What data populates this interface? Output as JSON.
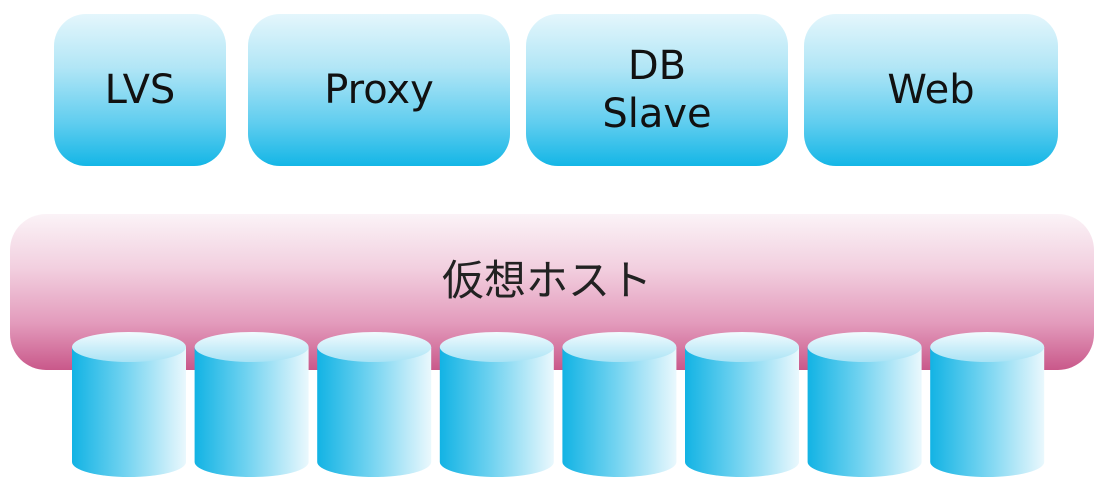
{
  "diagram": {
    "servers": [
      {
        "id": "lvs",
        "label": "LVS"
      },
      {
        "id": "proxy",
        "label": "Proxy"
      },
      {
        "id": "db-slave",
        "label": "DB\nSlave"
      },
      {
        "id": "web",
        "label": "Web"
      }
    ],
    "host": {
      "label": "仮想ホスト"
    },
    "disks": {
      "count": 8,
      "icon": "cylinder-disk-icon"
    },
    "colors": {
      "server_top": "#e4f6fc",
      "server_bottom": "#14b6e6",
      "host_top": "#fbf3f7",
      "host_bottom": "#c9588a"
    }
  }
}
